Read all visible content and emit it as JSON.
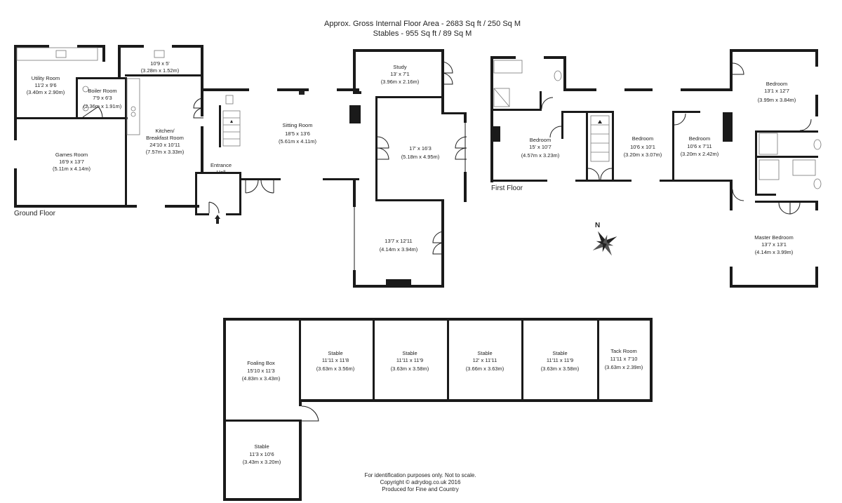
{
  "header": {
    "line1": "Approx. Gross Internal Floor Area - 2683 Sq ft / 250 Sq M",
    "line2": "Stables - 955 Sq ft / 89 Sq M"
  },
  "floors": {
    "ground": "Ground Floor",
    "first": "First Floor"
  },
  "rooms": {
    "utility": {
      "name": "Utility Room",
      "imperial": "11'2 x 9'6",
      "metric": "(3.40m x 2.90m)"
    },
    "boiler": {
      "name": "Boiler Room",
      "imperial": "7'9 x 6'3",
      "metric": "(2.36m x 1.91m)"
    },
    "pantry": {
      "imperial": "10'9 x 5'",
      "metric": "(3.28m x 1.52m)"
    },
    "kitchen": {
      "name1": "Kitchen/",
      "name2": "Breakfast Room",
      "imperial": "24'10 x 10'11",
      "metric": "(7.57m x 3.33m)"
    },
    "games": {
      "name": "Games Room",
      "imperial": "16'9 x 13'7",
      "metric": "(5.11m x 4.14m)"
    },
    "entrance": {
      "name1": "Entrance",
      "name2": "Hall"
    },
    "sitting": {
      "name": "Sitting Room",
      "imperial": "18'5 x 13'6",
      "metric": "(5.61m x 4.11m)"
    },
    "study": {
      "name": "Study",
      "imperial": "13' x 7'1",
      "metric": "(3.96m x 2.16m)"
    },
    "reception": {
      "imperial": "17' x 16'3",
      "metric": "(5.18m x 4.95m)"
    },
    "southroom": {
      "imperial": "13'7 x 12'11",
      "metric": "(4.14m x 3.94m)"
    },
    "bed1": {
      "name": "Bedroom",
      "imperial": "15' x 10'7",
      "metric": "(4.57m x 3.23m)"
    },
    "bed2": {
      "name": "Bedroom",
      "imperial": "10'6 x 10'1",
      "metric": "(3.20m x 3.07m)"
    },
    "bed3": {
      "name": "Bedroom",
      "imperial": "10'6 x 7'11",
      "metric": "(3.20m x 2.42m)"
    },
    "bed4": {
      "name": "Bedroom",
      "imperial": "13'1 x 12'7",
      "metric": "(3.99m x 3.84m)"
    },
    "master": {
      "name": "Master Bedroom",
      "imperial": "13'7 x 13'1",
      "metric": "(4.14m x 3.99m)"
    },
    "foaling": {
      "name": "Foaling Box",
      "imperial": "15'10 x 11'3",
      "metric": "(4.83m x 3.43m)"
    },
    "stable1": {
      "name": "Stable",
      "imperial": "11'11 x 11'8",
      "metric": "(3.63m x 3.56m)"
    },
    "stable2": {
      "name": "Stable",
      "imperial": "11'11 x 11'9",
      "metric": "(3.63m x 3.58m)"
    },
    "stable3": {
      "name": "Stable",
      "imperial": "12' x 11'11",
      "metric": "(3.66m x 3.63m)"
    },
    "stable4": {
      "name": "Stable",
      "imperial": "11'11 x 11'9",
      "metric": "(3.63m x 3.58m)"
    },
    "tack": {
      "name": "Tack Room",
      "imperial": "11'11 x 7'10",
      "metric": "(3.63m x 2.39m)"
    },
    "stable5": {
      "name": "Stable",
      "imperial": "11'3 x 10'6",
      "metric": "(3.43m x 3.20m)"
    }
  },
  "compass": {
    "north": "N"
  },
  "footer": {
    "line1": "For identification purposes only. Not to scale.",
    "line2": "Copyright © adrydog.co.uk 2016",
    "line3": "Produced for Fine and Country"
  }
}
